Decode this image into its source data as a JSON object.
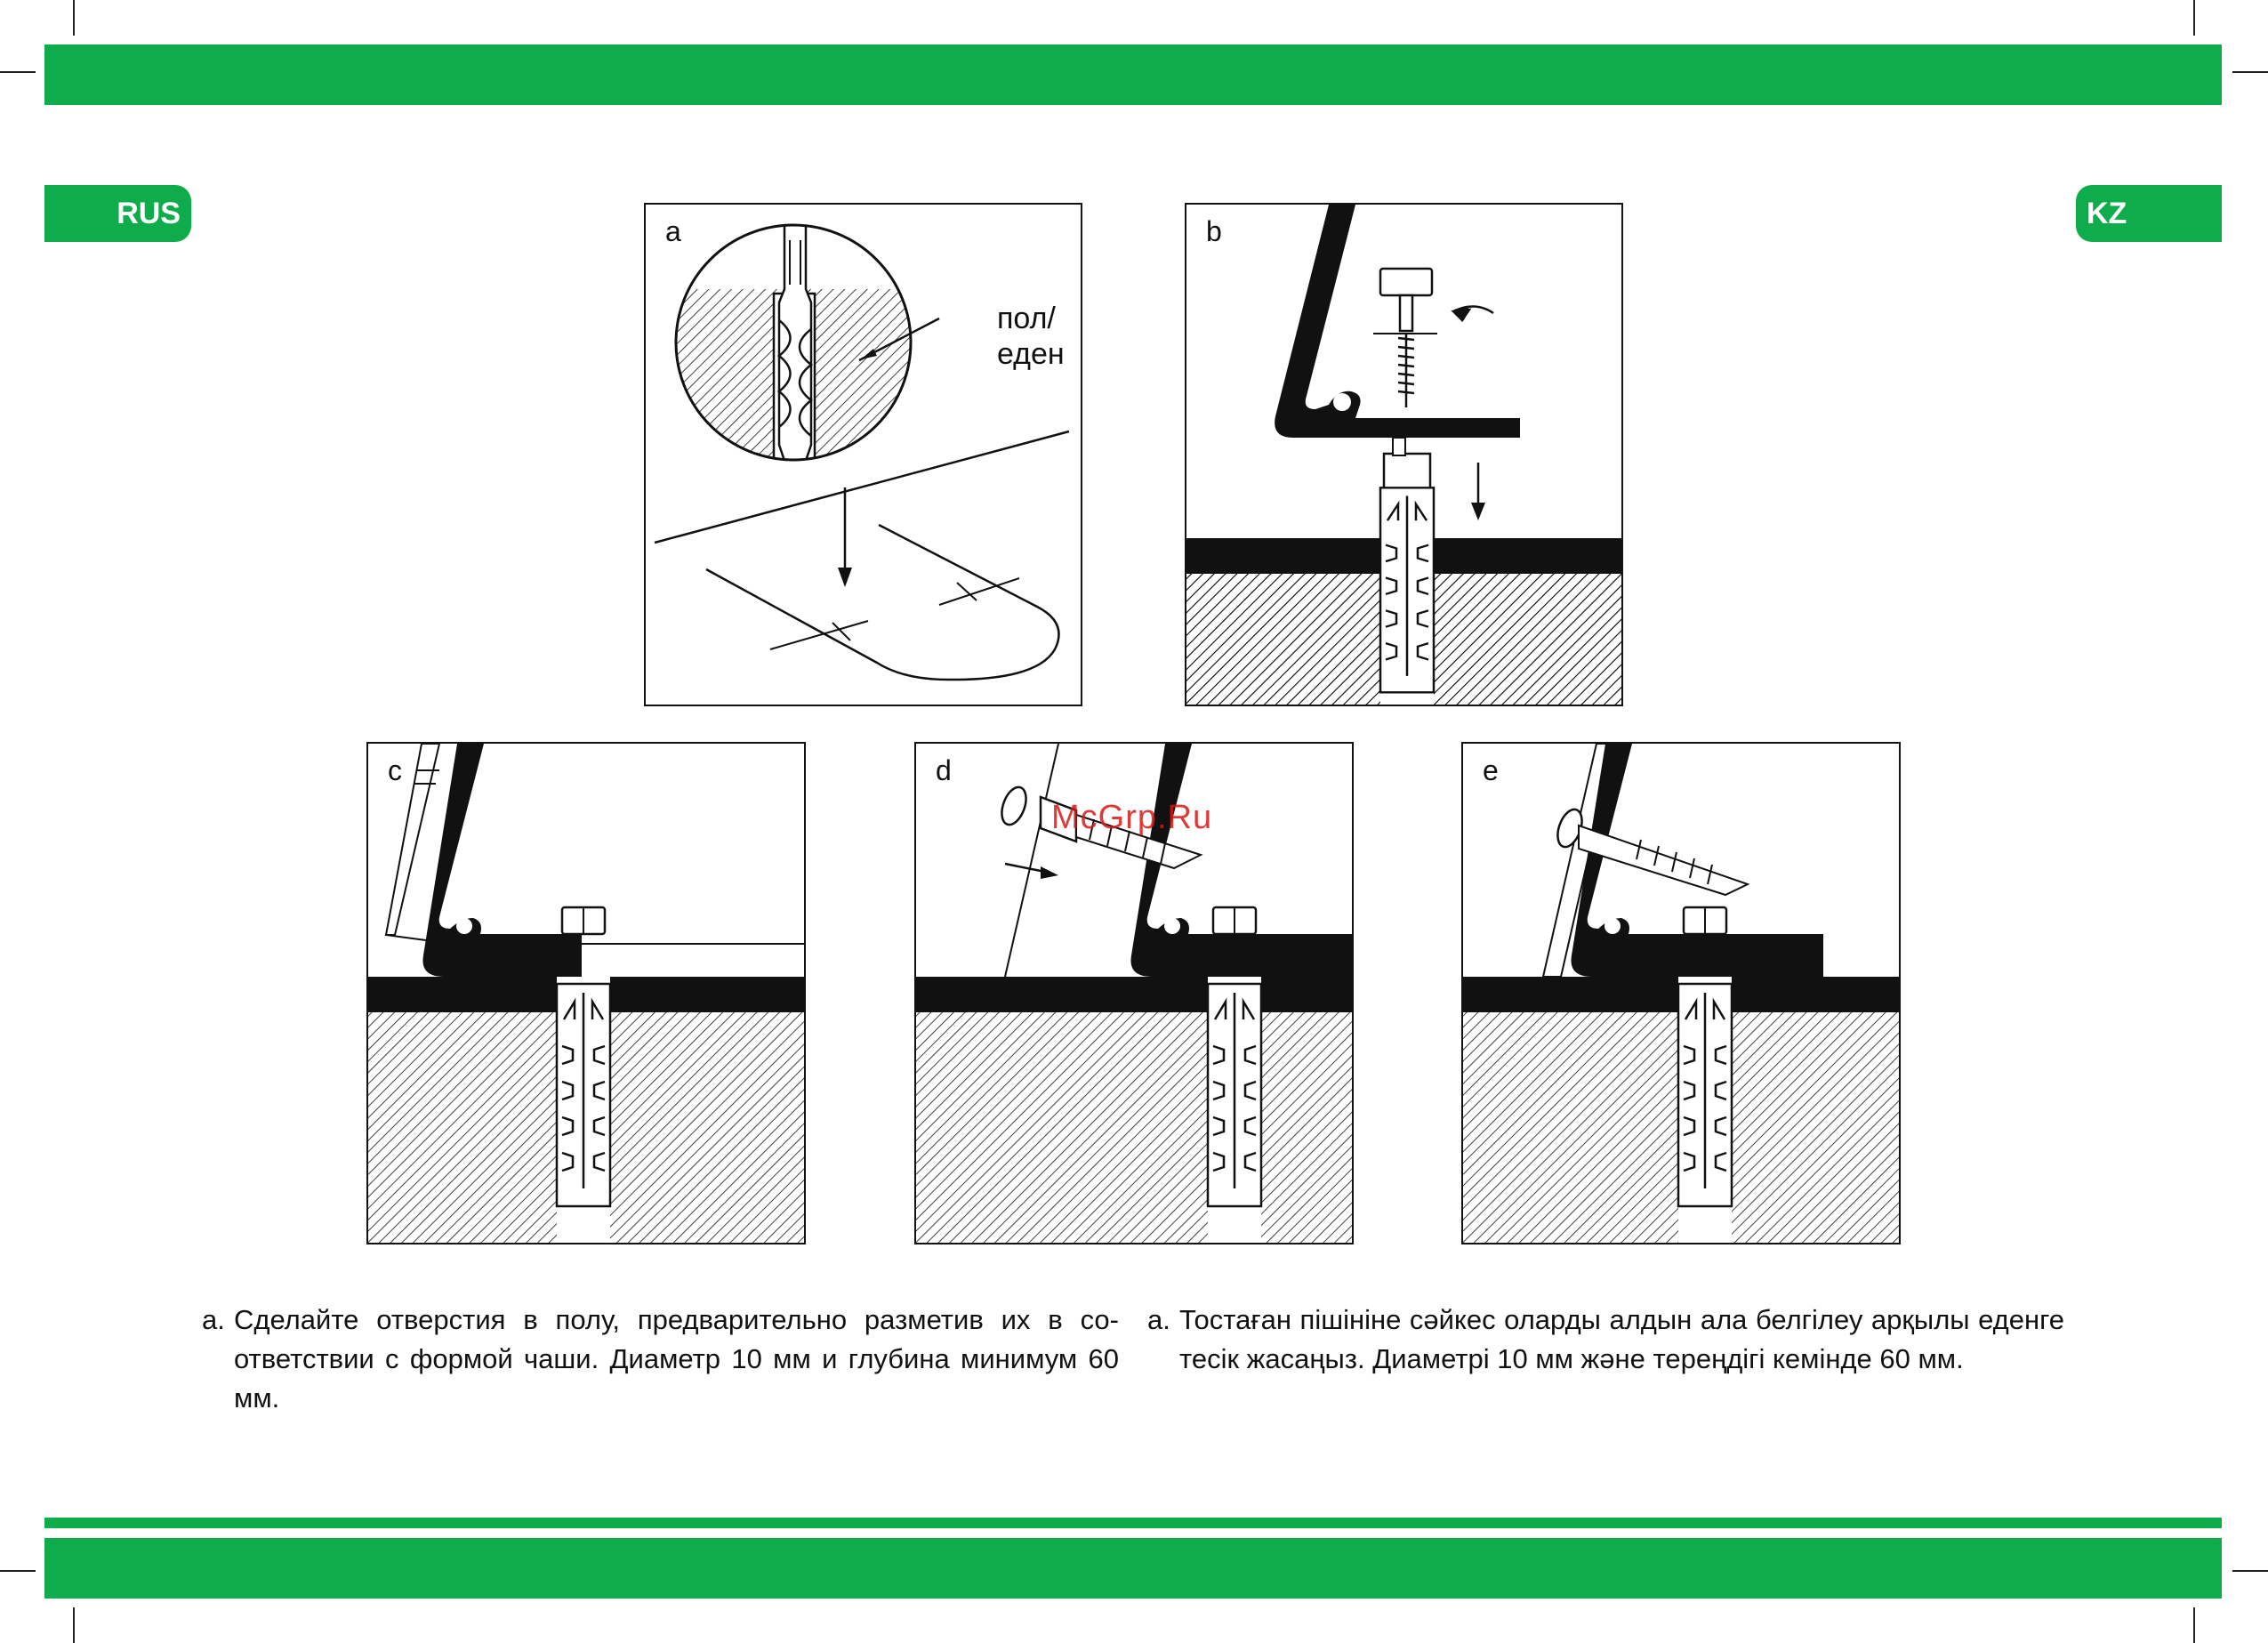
{
  "tabs": {
    "left": "RUS",
    "right": "KZ"
  },
  "panels": [
    {
      "letter": "a",
      "callout": "пол/\nеден"
    },
    {
      "letter": "b"
    },
    {
      "letter": "c"
    },
    {
      "letter": "d"
    },
    {
      "letter": "e"
    }
  ],
  "watermark": "McGrp.Ru",
  "text": {
    "rus": {
      "marker": "a.",
      "body": "Сделайте отверстия в полу, предварительно разметив их в со-ответствии с формой чаши. Диаметр 10 мм и глубина минимум 60 мм."
    },
    "kz": {
      "marker": "a.",
      "body": "Тостаған пішініне сәйкес оларды алдын ала белгілеу арқылы еденге тесік жасаңыз. Диаметрі 10 мм және тереңдігі кемінде 60 мм."
    }
  },
  "colors": {
    "accent": "#0fac4b",
    "ink": "#111111",
    "watermark": "#d81818"
  }
}
